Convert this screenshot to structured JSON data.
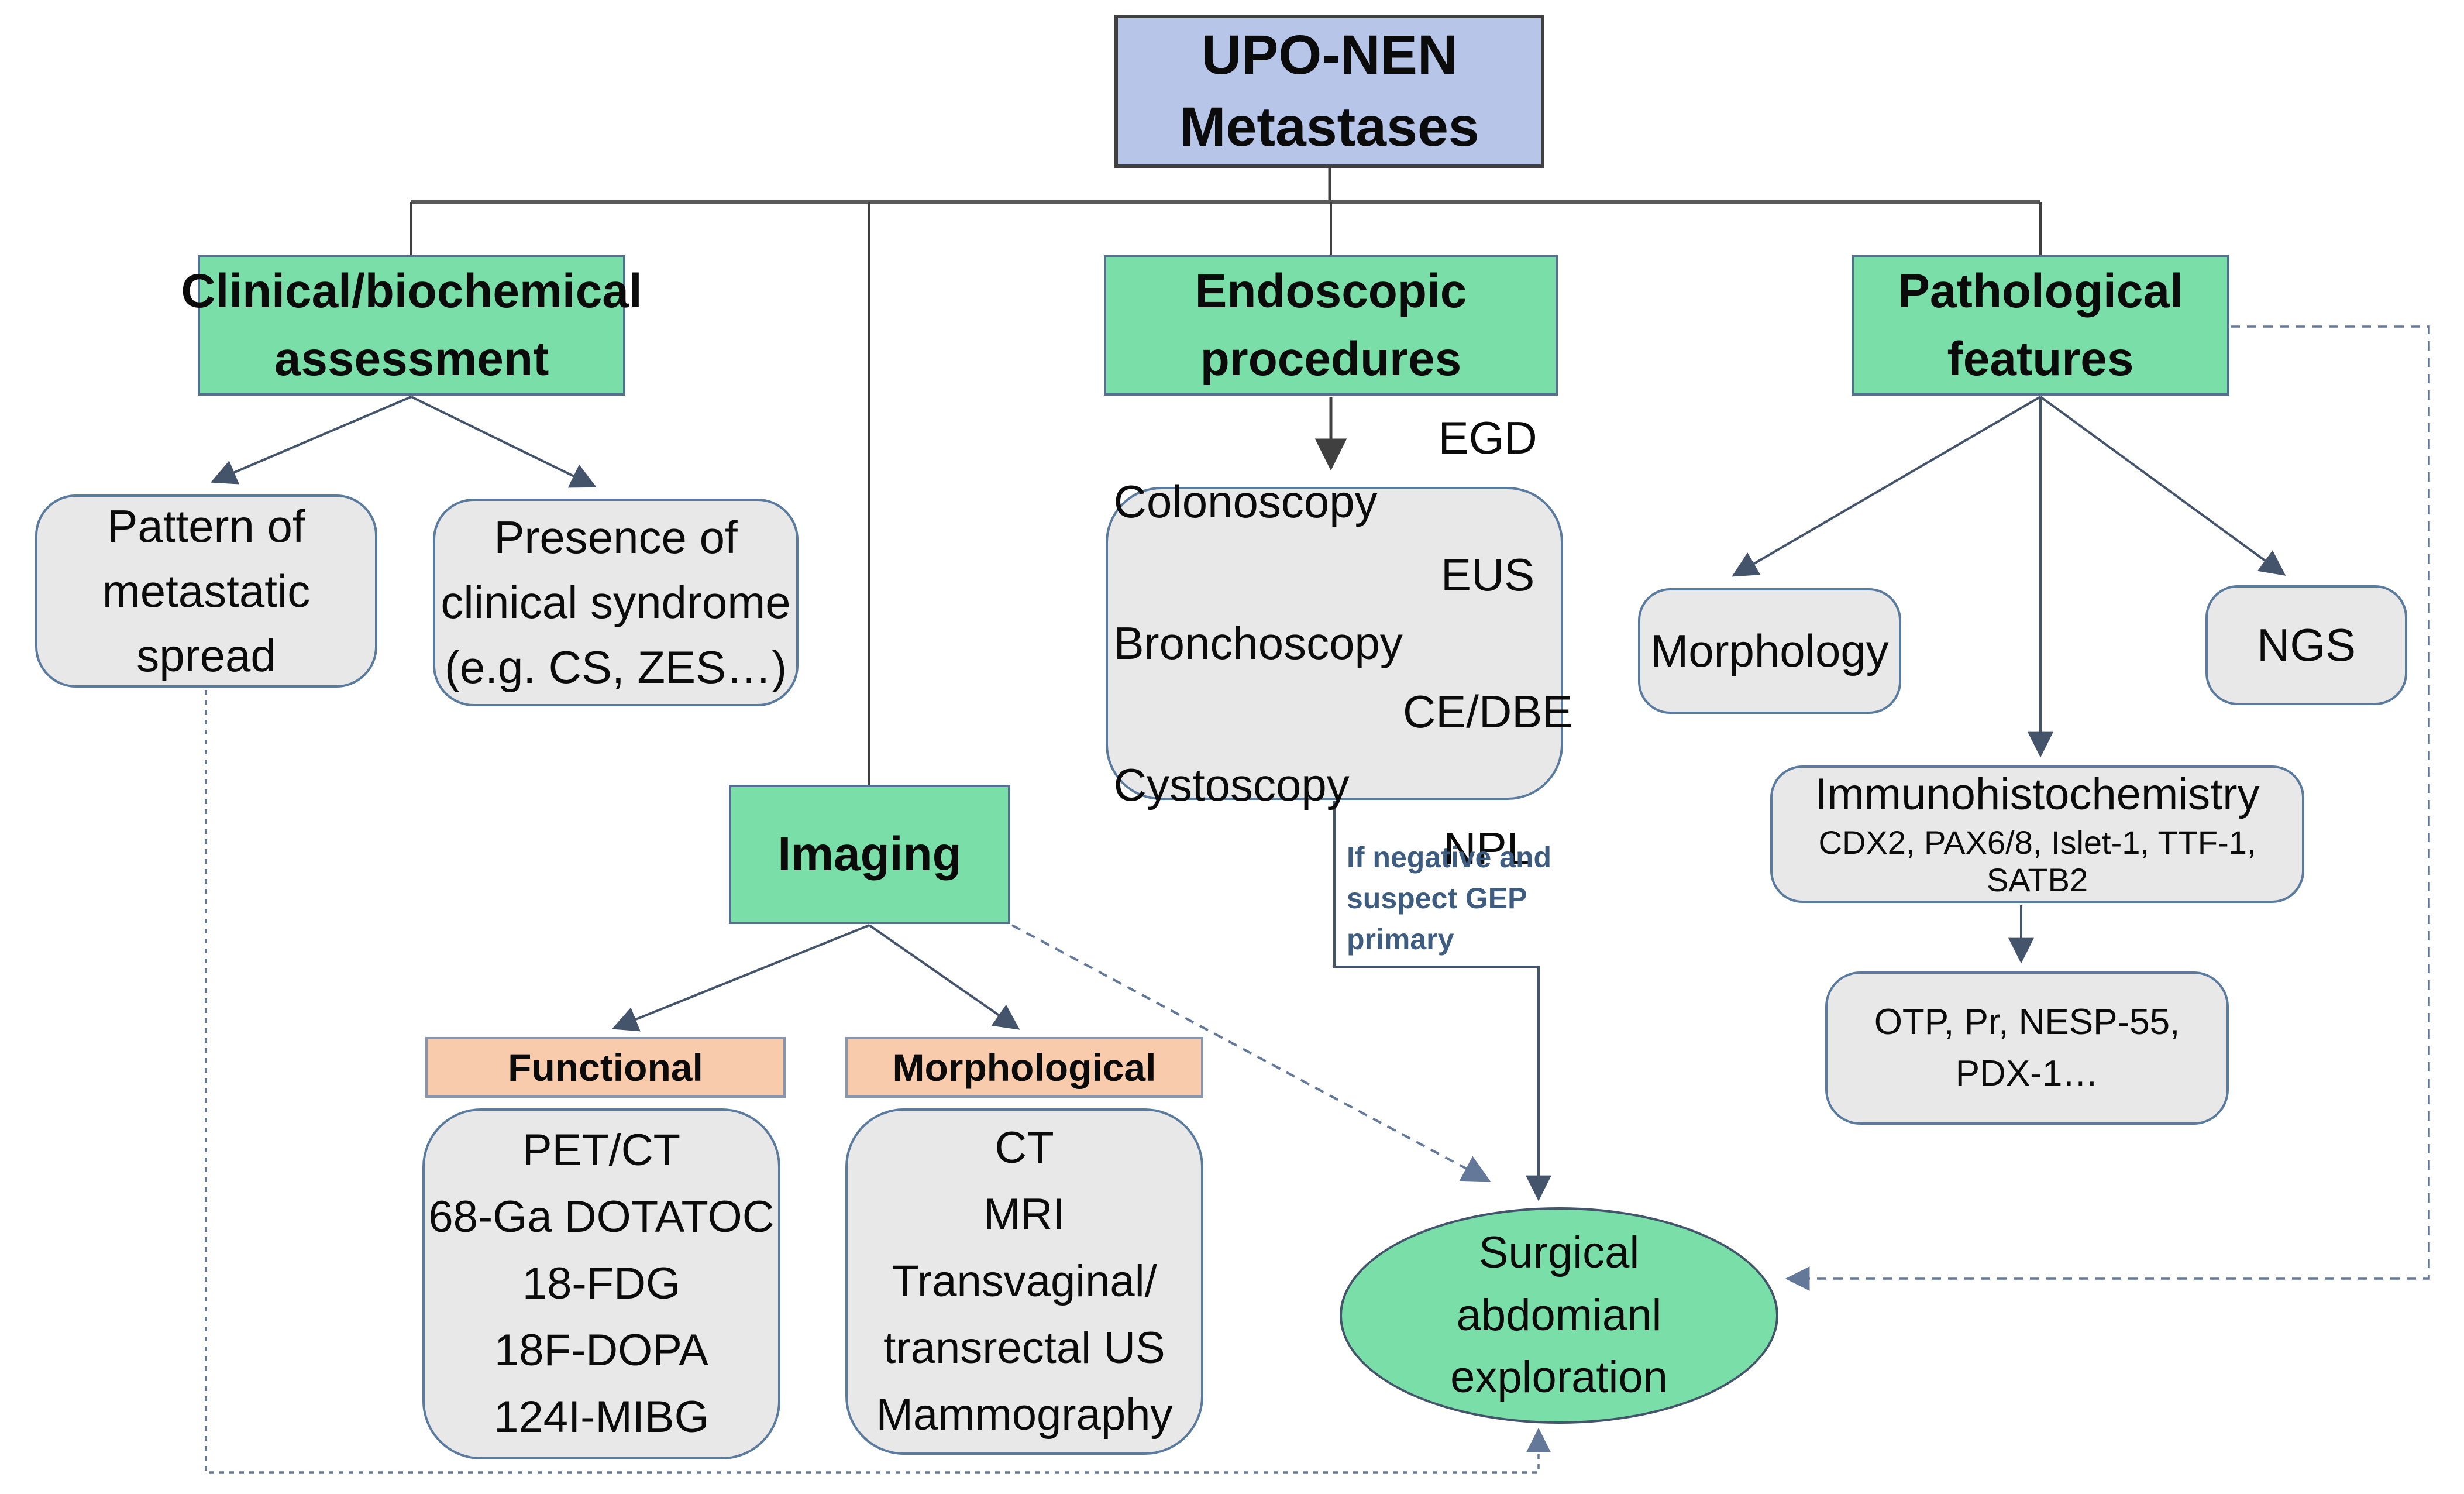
{
  "colors": {
    "root_fill": "#B6C5E8",
    "branch_fill": "#7ADEA8",
    "category_fill": "#F8CBAD",
    "panel_fill": "#E9E8E8",
    "connector": "#44546A"
  },
  "diagram": {
    "root": {
      "label": "UPO-NEN\nMetastases"
    },
    "clinical": {
      "label": "Clinical/biochemical\nassessment",
      "pattern": {
        "label": "Pattern of\nmetastatic spread"
      },
      "syndrome": {
        "label": "Presence of\nclinical syndrome\n(e.g. CS, ZES…)"
      }
    },
    "endoscopic": {
      "label": "Endoscopic\nprocedures",
      "procedures_left": [
        "Colonoscopy",
        "Bronchoscopy",
        "Cystoscopy"
      ],
      "procedures_right": [
        "EGD",
        "EUS",
        "CE/DBE",
        "NPL"
      ],
      "note": "If negative and\nsuspect GEP\nprimary"
    },
    "imaging": {
      "label": "Imaging",
      "functional_label": "Functional",
      "functional_items": [
        "PET/CT",
        "68-Ga DOTATOC",
        "18-FDG",
        "18F-DOPA",
        "124I-MIBG"
      ],
      "morphological_label": "Morphological",
      "morphological_items": [
        "CT",
        "MRI",
        "Transvaginal/",
        "transrectal US",
        "Mammography"
      ]
    },
    "pathological": {
      "label": "Pathological\nfeatures",
      "morphology": {
        "label": "Morphology"
      },
      "ngs": {
        "label": "NGS"
      },
      "immunohistochemistry": {
        "title": "Immunohistochemistry",
        "markers": "CDX2, PAX6/8, Islet-1, TTF-1, SATB2"
      },
      "additional_markers": {
        "label": "OTP, Pr, NESP-55, PDX-1…"
      }
    },
    "outcome": {
      "label": "Surgical\nabdomianl\nexploration"
    }
  }
}
